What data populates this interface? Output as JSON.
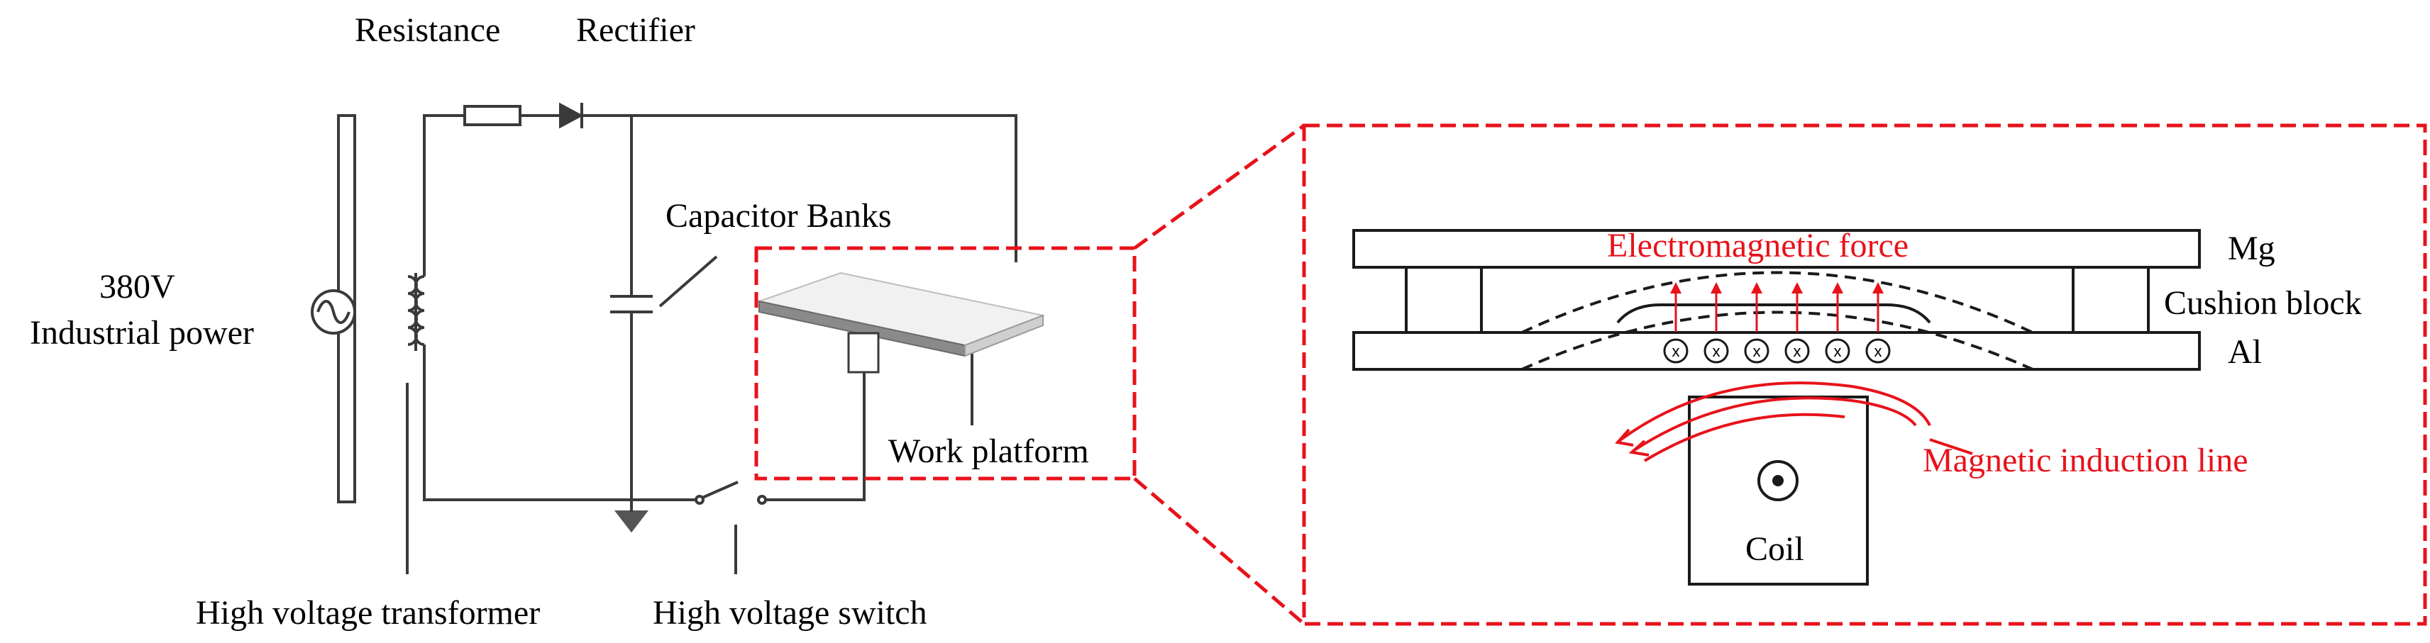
{
  "circuit": {
    "power_label_line1": "380V",
    "power_label_line2": "Industrial power",
    "resistance_label": "Resistance",
    "rectifier_label": "Rectifier",
    "capacitor_label": "Capacitor Banks",
    "transformer_label": "High voltage transformer",
    "switch_label": "High voltage switch",
    "platform_label": "Work platform"
  },
  "detail": {
    "mg_label": "Mg",
    "cushion_label": "Cushion block",
    "al_label": "Al",
    "force_label": "Electromagnetic force",
    "induction_label": "Magnetic induction line",
    "coil_label": "Coil",
    "current_symbols": [
      "x",
      "x",
      "x",
      "x",
      "x",
      "x"
    ]
  },
  "colors": {
    "line": "#3a3a3a",
    "highlight": "#e8121b",
    "platform_top": "#f1f1f1",
    "platform_edge": "#8a8a8a",
    "ground": "#555555"
  }
}
